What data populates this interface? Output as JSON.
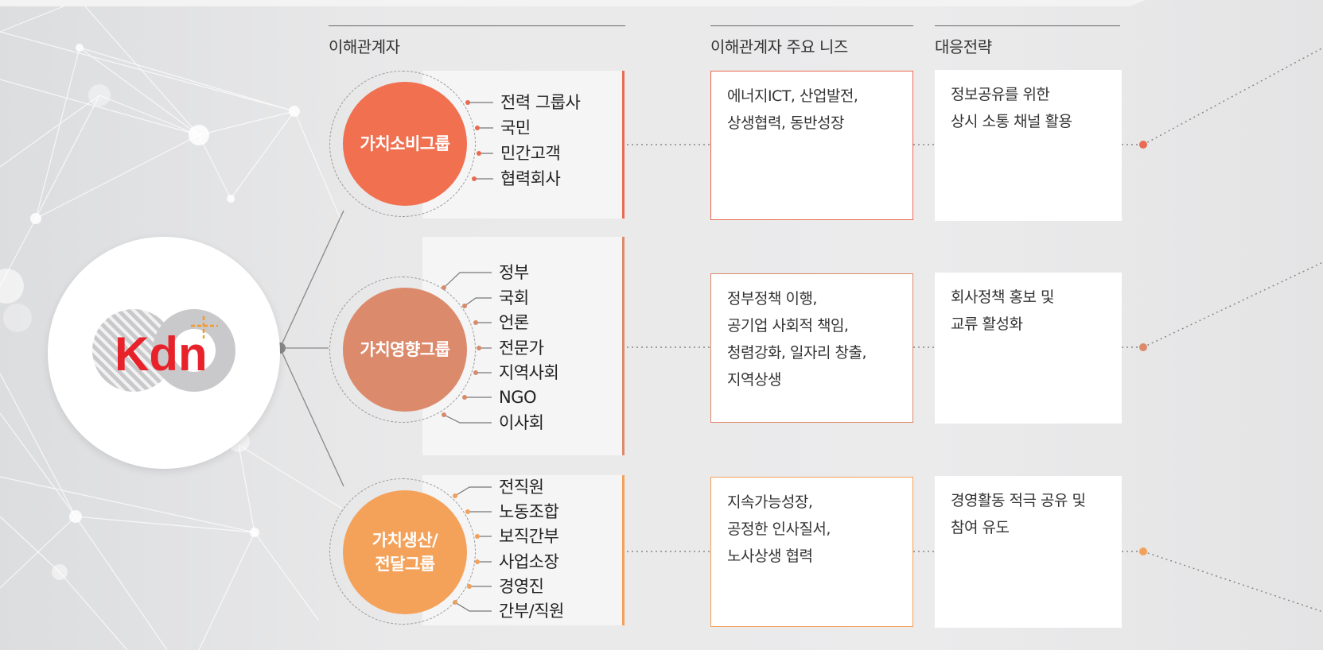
{
  "headers": {
    "stakeholders": "이해관계자",
    "needs": "이해관계자 주요 니즈",
    "strategy": "대응전략"
  },
  "logo": {
    "text": "Kdn"
  },
  "groups": [
    {
      "name": "가치소비그룹",
      "color": "#f07050",
      "members": [
        "전력 그룹사",
        "국민",
        "민간고객",
        "협력회사"
      ],
      "needs": [
        "에너지ICT, 산업발전,",
        "상생협력, 동반성장"
      ],
      "strategy": [
        "정보공유를 위한",
        "상시 소통 채널 활용"
      ]
    },
    {
      "name": "가치영향그룹",
      "color": "#dc8a6c",
      "members": [
        "정부",
        "국회",
        "언론",
        "전문가",
        "지역사회",
        "NGO",
        "이사회"
      ],
      "needs": [
        "정부정책 이행,",
        "공기업 사회적 책임,",
        "청렴강화, 일자리 창출,",
        "지역상생"
      ],
      "strategy": [
        "회사정책 홍보 및",
        "교류 활성화"
      ]
    },
    {
      "name_lines": [
        "가치생산/",
        "전달그룹"
      ],
      "color": "#f4a25a",
      "members": [
        "전직원",
        "노동조합",
        "보직간부",
        "사업소장",
        "경영진",
        "간부/직원"
      ],
      "needs": [
        "지속가능성장,",
        "공정한 인사질서,",
        "노사상생 협력"
      ],
      "strategy": [
        "경영활동 적극 공유 및",
        "참여 유도"
      ]
    }
  ]
}
